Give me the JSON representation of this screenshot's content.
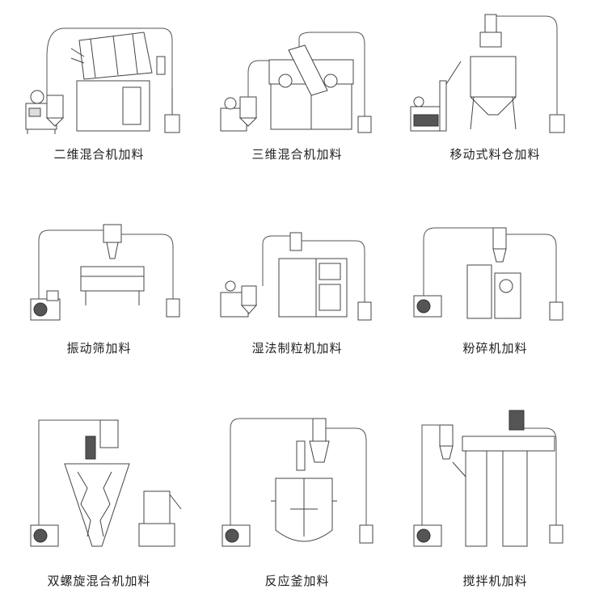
{
  "items": [
    {
      "label": "二维混合机加料"
    },
    {
      "label": "三维混合机加料"
    },
    {
      "label": "移动式料仓加料"
    },
    {
      "label": "振动筛加料"
    },
    {
      "label": "湿法制粒机加料"
    },
    {
      "label": "粉碎机加料"
    },
    {
      "label": "双螺旋混合机加料"
    },
    {
      "label": "反应釜加料"
    },
    {
      "label": "搅拌机加料"
    }
  ]
}
